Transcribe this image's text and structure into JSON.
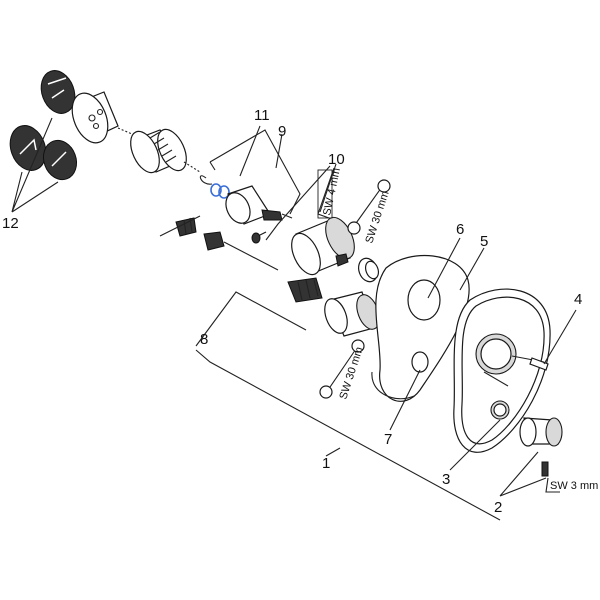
{
  "callouts": {
    "c1": "1",
    "c2": "2",
    "c3": "3",
    "c4": "4",
    "c5": "5",
    "c6": "6",
    "c7": "7",
    "c8": "8",
    "c9": "9",
    "c10": "10",
    "c11": "11",
    "c12": "12"
  },
  "tool_labels": {
    "hex_key_4": "SW 4 mm",
    "wrench_30_upper": "SW 30 mm",
    "wrench_30_lower": "SW 30 mm",
    "hex_key_3": "SW 3 mm"
  },
  "colors": {
    "line": "#222222",
    "oring_accent": "#3a6fd8",
    "shade": "#d9d9d9"
  }
}
